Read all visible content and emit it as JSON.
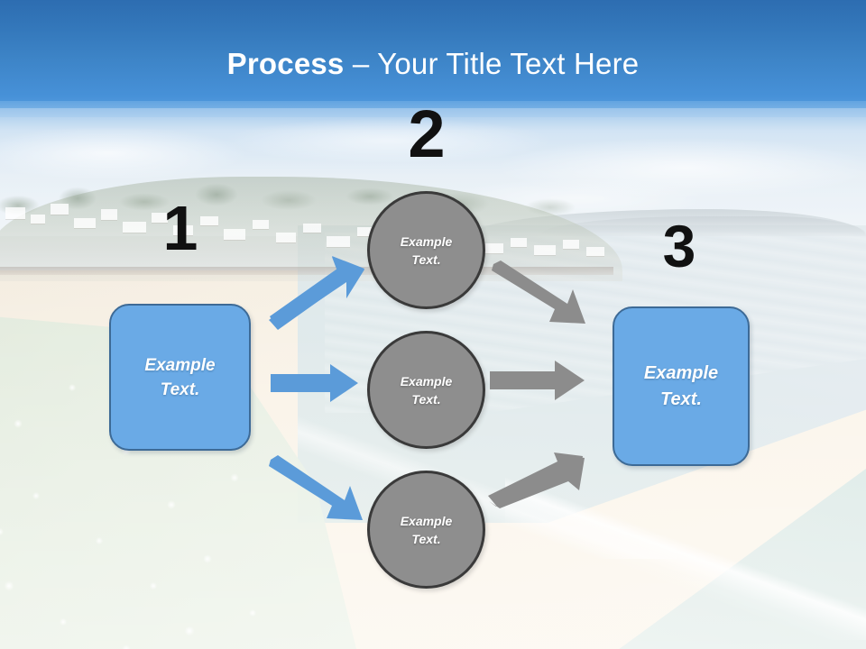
{
  "slide": {
    "title": {
      "strong": "Process",
      "rest": " – Your Title Text Here"
    },
    "background_description": "Faded coastal beach photograph with seaside village, sandy beach, pale sea and white flowering groundcover",
    "colors": {
      "sky_top": "#2d6db1",
      "sky_bottom": "#5ba0e2",
      "box_fill": "#6aaae6",
      "box_border": "#3d6a96",
      "circle_fill": "#8e8e8e",
      "circle_border": "#3a3a3a",
      "arrow_blue": "#5b9bd9",
      "arrow_gray": "#8c8c8c",
      "number_color": "#111111",
      "title_color": "#ffffff"
    }
  },
  "steps": [
    {
      "number": "1",
      "label": "Example\nText."
    },
    {
      "number": "2",
      "label": "Example\nText."
    },
    {
      "number": "3",
      "label": "Example\nText."
    }
  ],
  "numbers": {
    "one": "1",
    "two": "2",
    "three": "3"
  },
  "shapes": {
    "left_box": {
      "line1": "Example",
      "line2": "Text."
    },
    "right_box": {
      "line1": "Example",
      "line2": "Text."
    },
    "circle_top": {
      "line1": "Example",
      "line2": "Text."
    },
    "circle_middle": {
      "line1": "Example",
      "line2": "Text."
    },
    "circle_bottom": {
      "line1": "Example",
      "line2": "Text."
    }
  },
  "arrows": [
    {
      "name": "arrow-left-to-circle-top",
      "color": "#5b9bd9",
      "direction": "up-right"
    },
    {
      "name": "arrow-left-to-circle-middle",
      "color": "#5b9bd9",
      "direction": "right"
    },
    {
      "name": "arrow-left-to-circle-bottom",
      "color": "#5b9bd9",
      "direction": "down-right"
    },
    {
      "name": "arrow-circle-top-to-right",
      "color": "#8c8c8c",
      "direction": "down-right"
    },
    {
      "name": "arrow-circle-middle-to-right",
      "color": "#8c8c8c",
      "direction": "right"
    },
    {
      "name": "arrow-circle-bottom-to-right",
      "color": "#8c8c8c",
      "direction": "up-right"
    }
  ]
}
